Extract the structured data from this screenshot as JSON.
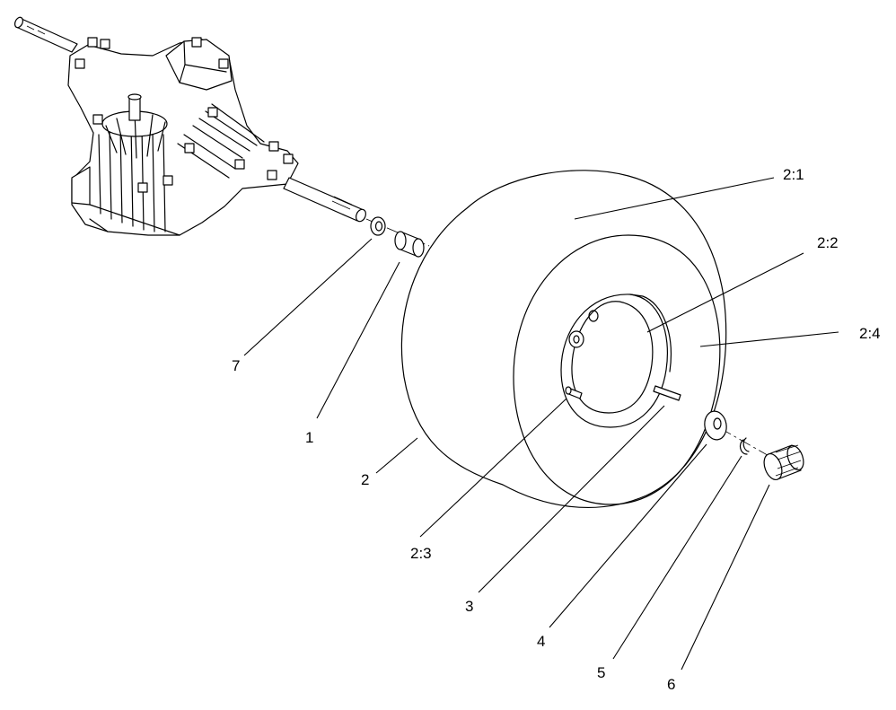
{
  "callouts": {
    "c_2_1": "2:1",
    "c_2_2": "2:2",
    "c_2_4": "2:4",
    "c_7": "7",
    "c_1": "1",
    "c_2": "2",
    "c_2_3": "2:3",
    "c_3": "3",
    "c_4": "4",
    "c_5": "5",
    "c_6": "6"
  },
  "colors": {
    "ink": "#000000",
    "background": "#ffffff"
  }
}
